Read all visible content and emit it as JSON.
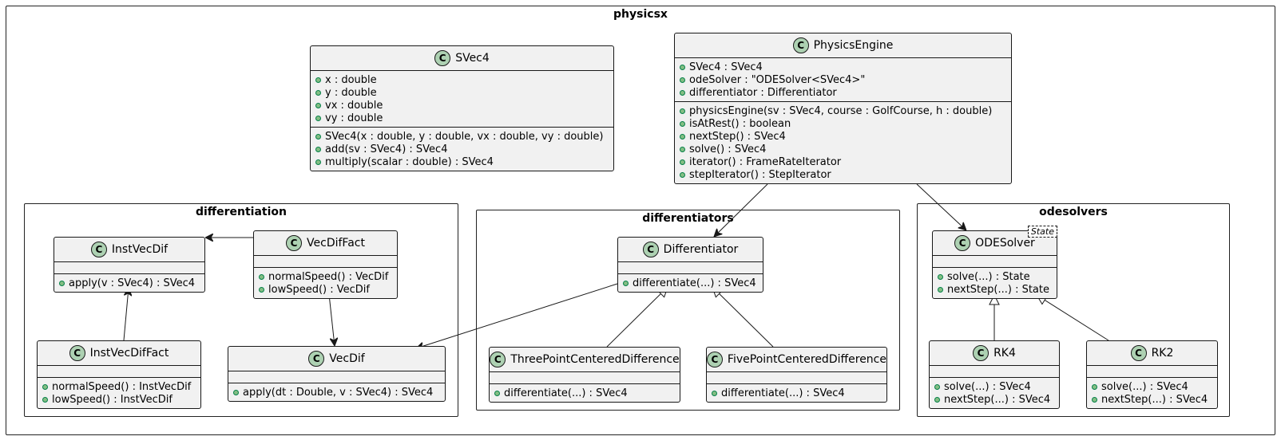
{
  "packages": {
    "physicsx": "physicsx",
    "differentiation": "differentiation",
    "differentiators": "differentiators",
    "odesolvers": "odesolvers"
  },
  "badge_letter": "C",
  "classes": {
    "svec4": {
      "name": "SVec4",
      "fields": [
        "x : double",
        "y : double",
        "vx : double",
        "vy : double"
      ],
      "methods": [
        "SVec4(x : double, y : double, vx : double, vy : double)",
        "add(sv : SVec4) : SVec4",
        "multiply(scalar : double) : SVec4"
      ]
    },
    "physics_engine": {
      "name": "PhysicsEngine",
      "fields": [
        "SVec4 : SVec4",
        "odeSolver : \"ODESolver<SVec4>\"",
        "differentiator : Differentiator"
      ],
      "methods": [
        "physicsEngine(sv : SVec4, course : GolfCourse, h : double)",
        "isAtRest() : boolean",
        "nextStep() : SVec4",
        "solve() : SVec4",
        "iterator() : FrameRateIterator",
        "stepIterator() : StepIterator"
      ]
    },
    "inst_vec_dif": {
      "name": "InstVecDif",
      "fields": [],
      "methods": [
        "apply(v : SVec4) : SVec4"
      ]
    },
    "vec_dif_fact": {
      "name": "VecDifFact",
      "fields": [],
      "methods": [
        "normalSpeed() : VecDif",
        "lowSpeed() : VecDif"
      ]
    },
    "inst_vec_dif_fact": {
      "name": "InstVecDifFact",
      "fields": [],
      "methods": [
        "normalSpeed() : InstVecDif",
        "lowSpeed() : InstVecDif"
      ]
    },
    "vec_dif": {
      "name": "VecDif",
      "fields": [],
      "methods": [
        "apply(dt : Double, v : SVec4) : SVec4"
      ]
    },
    "differentiator": {
      "name": "Differentiator",
      "fields": [],
      "methods": [
        "differentiate(...) : SVec4"
      ]
    },
    "three_point": {
      "name": "ThreePointCenteredDifference",
      "fields": [],
      "methods": [
        "differentiate(...) : SVec4"
      ]
    },
    "five_point": {
      "name": "FivePointCenteredDifference",
      "fields": [],
      "methods": [
        "differentiate(...) : SVec4"
      ]
    },
    "ode_solver": {
      "name": "ODESolver",
      "stereotype": "State",
      "fields": [],
      "methods": [
        "solve(...) : State",
        "nextStep(...) : State"
      ]
    },
    "rk4": {
      "name": "RK4",
      "fields": [],
      "methods": [
        "solve(...) : SVec4",
        "nextStep(...) : SVec4"
      ]
    },
    "rk2": {
      "name": "RK2",
      "fields": [],
      "methods": [
        "solve(...) : SVec4",
        "nextStep(...) : SVec4"
      ]
    }
  },
  "relations": [
    {
      "from": "physics_engine",
      "to": "differentiator",
      "type": "association"
    },
    {
      "from": "physics_engine",
      "to": "ode_solver",
      "type": "association"
    },
    {
      "from": "vec_dif_fact",
      "to": "inst_vec_dif",
      "type": "association"
    },
    {
      "from": "inst_vec_dif_fact",
      "to": "inst_vec_dif",
      "type": "association"
    },
    {
      "from": "vec_dif_fact",
      "to": "vec_dif",
      "type": "association"
    },
    {
      "from": "differentiator",
      "to": "vec_dif",
      "type": "association"
    },
    {
      "from": "three_point",
      "to": "differentiator",
      "type": "inheritance"
    },
    {
      "from": "five_point",
      "to": "differentiator",
      "type": "inheritance"
    },
    {
      "from": "rk4",
      "to": "ode_solver",
      "type": "inheritance"
    },
    {
      "from": "rk2",
      "to": "ode_solver",
      "type": "inheritance"
    }
  ]
}
